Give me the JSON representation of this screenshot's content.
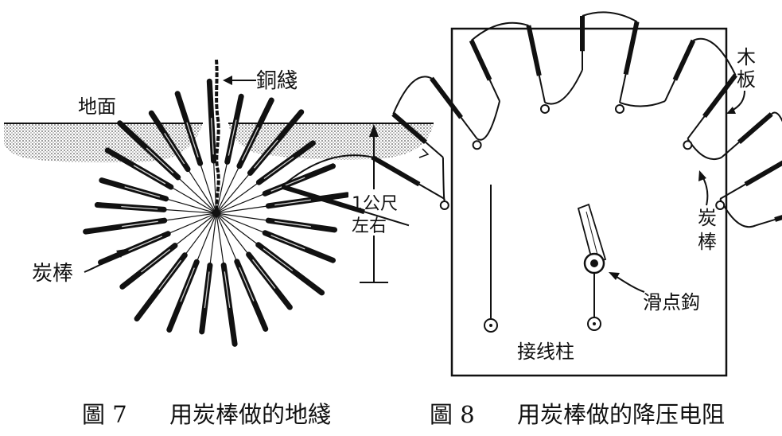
{
  "fig7": {
    "label_copper_wire": "銅綫",
    "label_ground": "地面",
    "label_depth_1": "1公尺",
    "label_depth_2": "左右",
    "label_carbon_rod": "炭棒"
  },
  "fig8": {
    "label_wood_board_1": "木",
    "label_wood_board_2": "板",
    "label_carbon_rod": "炭棒",
    "label_slider": "滑点鈎",
    "label_terminal": "接线柱"
  },
  "captions": {
    "fig7_number": "圖 7",
    "fig7_title": "用炭棒做的地綫",
    "fig8_number": "圖 8",
    "fig8_title": "用炭棒做的降压电阻"
  }
}
